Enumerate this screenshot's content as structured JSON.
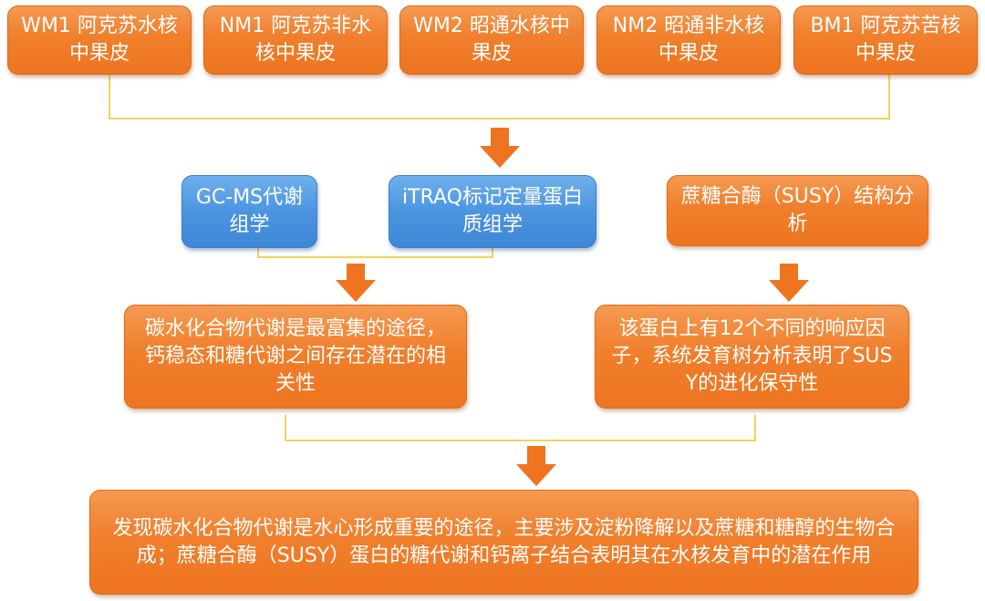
{
  "colors": {
    "orange": "#f07f2c",
    "blue": "#4b94e0",
    "connector": "#f2d25a",
    "arrow": "#ee7420"
  },
  "samples": [
    {
      "label": "WM1 阿克苏水核中果皮"
    },
    {
      "label": "NM1 阿克苏非水核中果皮"
    },
    {
      "label": "WM2 昭通水核中果皮"
    },
    {
      "label": "NM2 昭通非水核中果皮"
    },
    {
      "label": "BM1 阿克苏苦核中果皮"
    }
  ],
  "methods": {
    "gcms": "GC-MS代谢组学",
    "itraq": "iTRAQ标记定量蛋白质组学",
    "susy": "蔗糖合酶（SUSY）结构分析"
  },
  "findings": {
    "left": "碳水化合物代谢是最富集的途径，钙稳态和糖代谢之间存在潜在的相关性",
    "right": "该蛋白上有12个不同的响应因子，系统发育树分析表明了SUSY的进化保守性"
  },
  "conclusion": "发现碳水化合物代谢是水心形成重要的途径，主要涉及淀粉降解以及蔗糖和糖醇的生物合成；蔗糖合酶（SUSY）蛋白的糖代谢和钙离子结合表明其在水核发育中的潜在作用"
}
